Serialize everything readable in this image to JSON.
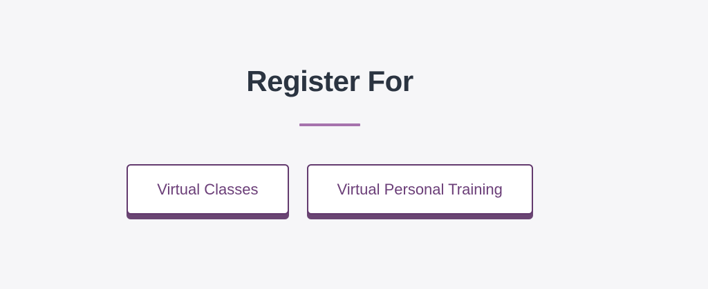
{
  "page": {
    "background_color": "#f6f6f8",
    "accent_color": "#633a6e",
    "divider_color": "#a673ad",
    "button_text_color": "#6b3e78",
    "heading_color": "#2b3441"
  },
  "header": {
    "title": "Register For"
  },
  "buttons": [
    {
      "label": "Virtual Classes"
    },
    {
      "label": "Virtual Personal Training"
    }
  ]
}
